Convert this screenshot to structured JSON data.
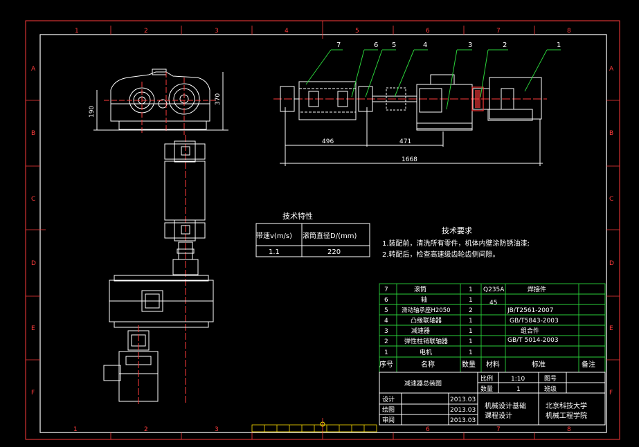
{
  "frame": {
    "col_labels": [
      "1",
      "2",
      "3",
      "4",
      "5",
      "6",
      "7",
      "8"
    ],
    "row_labels": [
      "A",
      "B",
      "C",
      "D",
      "E",
      "F"
    ]
  },
  "dimensions": {
    "side_width": "190",
    "side_height": "370",
    "d496": "496",
    "d471": "471",
    "d1668": "1668"
  },
  "balloons": [
    "7",
    "6",
    "5",
    "4",
    "3",
    "2",
    "1"
  ],
  "tech_features": {
    "title": "技术特性",
    "col1_header": "带速v(m/s)",
    "col2_header": "滚筒直径D/(mm)",
    "col1_value": "1.1",
    "col2_value": "220"
  },
  "tech_requirements": {
    "title": "技术要求",
    "line1": "1.装配前，清洗所有零件，机体内壁涂防锈油漆;",
    "line2": "2.转配后，检查高速级齿轮齿侧间隙。"
  },
  "parts": [
    {
      "no": "7",
      "name": "滚筒",
      "qty": "1",
      "material": "Q235A",
      "standard": "焊接件"
    },
    {
      "no": "6",
      "name": "轴",
      "qty": "1",
      "material": "45",
      "standard": ""
    },
    {
      "no": "5",
      "name": "滑动轴承座H2050",
      "qty": "2",
      "material": "",
      "standard": "JB/T2561-2007"
    },
    {
      "no": "4",
      "name": "凸缘联轴器",
      "qty": "1",
      "material": "",
      "standard": "GB/T5843-2003"
    },
    {
      "no": "3",
      "name": "减速器",
      "qty": "1",
      "material": "",
      "standard": "组合件"
    },
    {
      "no": "2",
      "name": "弹性柱销联轴器",
      "qty": "1",
      "material": "",
      "standard": "GB/T 5014-2003"
    },
    {
      "no": "1",
      "name": "电机",
      "qty": "1",
      "material": "",
      "standard": ""
    }
  ],
  "parts_header": {
    "no": "序号",
    "name": "名称",
    "qty": "数量",
    "material": "材料",
    "standard": "标准",
    "remark": "备注"
  },
  "title_block": {
    "drawing_name": "减速器总装图",
    "scale_label": "比例",
    "scale_value": "1:10",
    "sheet_label": "图号",
    "qty_label": "数量",
    "qty_value": "1",
    "class_label": "班级",
    "design_label": "设计",
    "drawing_label": "绘图",
    "review_label": "审阅",
    "date1": "2013.03",
    "date2": "2013.03",
    "date3": "2013.03",
    "course_line1": "机械设计基础",
    "course_line2": "课程设计",
    "school_line1": "北京科技大学",
    "school_line2": "机械工程学院"
  },
  "colors": {
    "frame": "#ff3b3b",
    "line": "#ffffff",
    "leader": "#2ad13a",
    "table": "#2ad13a",
    "center": "#ff3b3b",
    "accent": "#ffdf00"
  }
}
